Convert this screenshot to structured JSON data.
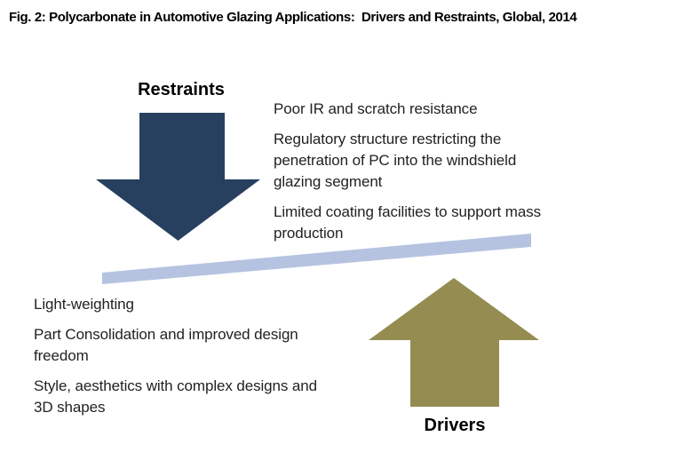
{
  "figure": {
    "title": "Fig. 2: Polycarbonate in Automotive Glazing Applications:  Drivers and Restraints, Global, 2014"
  },
  "restraints": {
    "label": "Restraints",
    "arrow_direction": "down",
    "items": [
      {
        "lines": [
          "Poor IR and scratch resistance"
        ]
      },
      {
        "lines": [
          "Regulatory structure restricting the",
          "penetration of PC into the windshield",
          "glazing segment"
        ]
      },
      {
        "lines": [
          "Limited coating facilities to support mass",
          "production"
        ]
      }
    ]
  },
  "drivers": {
    "label": "Drivers",
    "arrow_direction": "up",
    "items": [
      {
        "lines": [
          "Light-weighting"
        ]
      },
      {
        "lines": [
          "Part Consolidation and improved design",
          "freedom"
        ]
      },
      {
        "lines": [
          "Style, aesthetics with complex designs and",
          "3D shapes"
        ]
      }
    ]
  },
  "colors": {
    "restraints_arrow": "#274060",
    "drivers_arrow": "#958C52",
    "divider_band": "#B5C3E0",
    "title_text": "#000000",
    "body_text": "#222222",
    "background": "#FFFFFF"
  }
}
